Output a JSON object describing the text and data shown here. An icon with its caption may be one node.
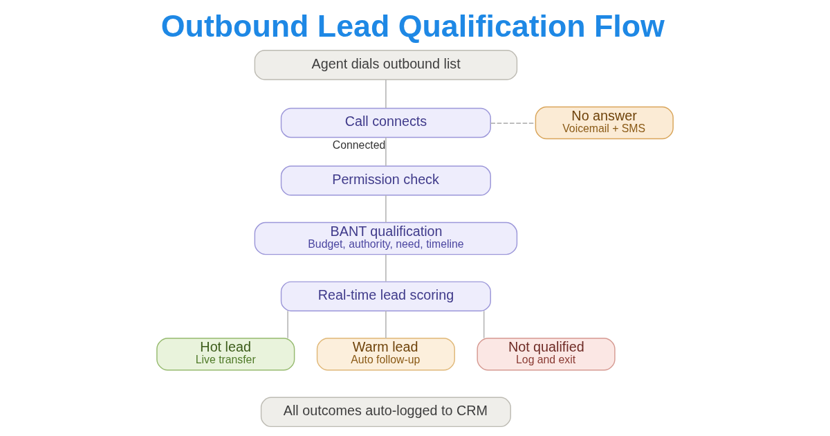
{
  "diagram": {
    "title": "Outbound Lead Qualification Flow",
    "nodes": [
      {
        "text": [
          "Agent dials outbound list"
        ]
      },
      {
        "text": [
          "Call connects"
        ]
      },
      {
        "text": [
          "Permission check"
        ]
      },
      {
        "text": [
          "No answer",
          "Voicemail + SMS"
        ]
      },
      {
        "text": [
          "BANT qualification",
          "Budget, authority, need, timeline"
        ]
      },
      {
        "text": [
          "Real-time lead scoring"
        ]
      },
      {
        "text": [
          "Hot lead",
          "Live transfer"
        ]
      },
      {
        "text": [
          "Warm lead",
          "Auto follow-up"
        ]
      },
      {
        "text": [
          "Not qualified",
          "Log and exit"
        ]
      },
      {
        "text": [
          "All outcomes auto-logged to CRM"
        ]
      }
    ],
    "edges": [
      {
        "from": 0,
        "to": 1,
        "arrow": "none"
      },
      {
        "from": 1,
        "to": 2,
        "arrow": "none",
        "label": "Connected"
      },
      {
        "from": 1,
        "to": 3,
        "arrow": "none",
        "style": "dashed"
      },
      {
        "from": 2,
        "to": 4,
        "arrow": "none"
      },
      {
        "from": 4,
        "to": 5,
        "arrow": "none"
      },
      {
        "from": 5,
        "to": 6,
        "arrow": "none"
      },
      {
        "from": 5,
        "to": 7,
        "arrow": "none"
      },
      {
        "from": 5,
        "to": 8,
        "arrow": "none"
      }
    ]
  }
}
